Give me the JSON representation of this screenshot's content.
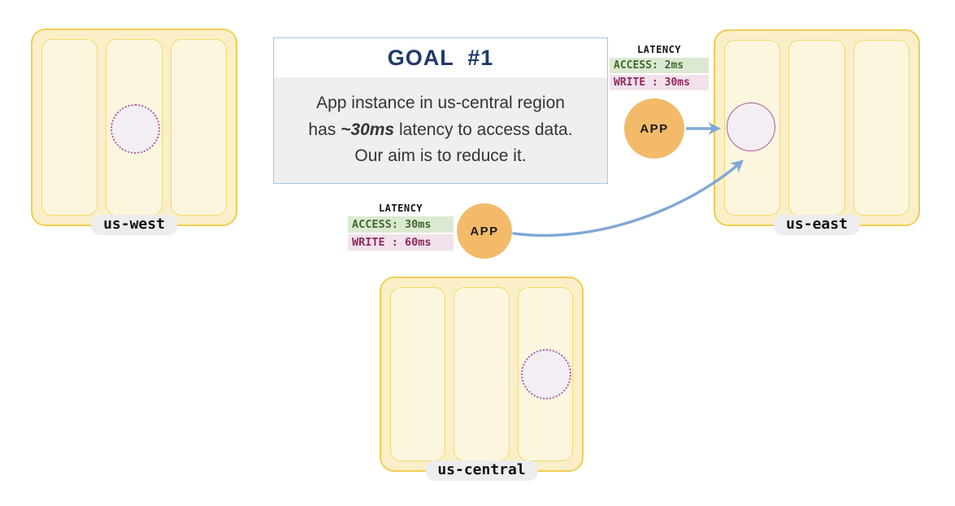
{
  "diagram": {
    "regions": [
      {
        "label": "us-west"
      },
      {
        "label": "us-east"
      },
      {
        "label": "us-central"
      }
    ],
    "goal": {
      "title": "GOAL  #1",
      "line1": "App instance in us-central region",
      "line2_before": "has ",
      "line2_emph": "~30ms",
      "line2_after": " latency to access data.",
      "line3": "Our aim is to reduce it."
    },
    "latency_east": {
      "title": "LATENCY",
      "access": "ACCESS: 2ms",
      "write": "WRITE : 30ms"
    },
    "latency_central": {
      "title": "LATENCY",
      "access": "ACCESS: 30ms",
      "write": "WRITE : 60ms"
    },
    "app_east": {
      "label": "APP"
    },
    "app_central": {
      "label": "APP"
    },
    "colors": {
      "region_fill": "#FAEFC8",
      "region_border": "#F0CD55",
      "zone_fill": "#FCF6DF",
      "zone_border": "#F5D96E",
      "arrow_blue": "#7FA7D8",
      "app_fill": "#F2BA69",
      "data_circle_fill": "#F5EDF4",
      "data_circle_border": "#A9608F",
      "dotted_circle_border": "#AC62A0",
      "access_bg": "#DCE9D2",
      "access_text": "#3E6B2E",
      "write_bg": "#F1E2EC",
      "write_text": "#8E2A5E",
      "goal_title": "#1F3A68",
      "goal_border": "#A9C7E7",
      "goal_body_bg": "#EFEFEF",
      "label_pill_bg": "#EDEDEF"
    }
  }
}
